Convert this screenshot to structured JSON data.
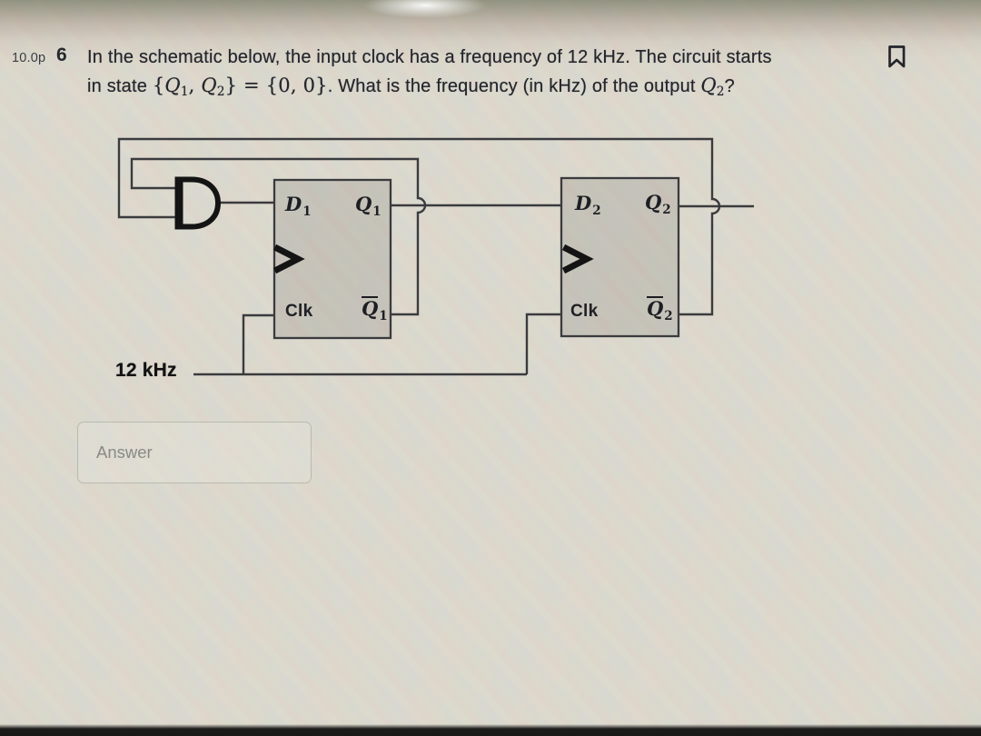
{
  "question": {
    "points": "10.0p",
    "number": "6",
    "line1": "In the schematic below, the input clock has a frequency of 12 kHz. The circuit starts",
    "line2_pre": "in state ",
    "line2_math": {
      "open": "{",
      "q1": "Q",
      "q1_sub": "1",
      "comma": ", ",
      "q2": "Q",
      "q2_sub": "2",
      "close_eq": "} = {0, 0}"
    },
    "line2_mid": ". What is the frequency (in kHz) of the output ",
    "line2_qout": "Q",
    "line2_qout_sub": "2",
    "line2_end": "?"
  },
  "icons": {
    "bookmark": "bookmark-outline"
  },
  "schematic": {
    "clock_label": "12 kHz",
    "gate": "and-gate",
    "ff1": {
      "d": "D",
      "d_sub": "1",
      "q": "Q",
      "q_sub": "1",
      "clk": "Clk",
      "qbar": "Q",
      "qbar_sub": "1"
    },
    "ff2": {
      "d": "D",
      "d_sub": "2",
      "q": "Q",
      "q_sub": "2",
      "clk": "Clk",
      "qbar": "Q",
      "qbar_sub": "2"
    }
  },
  "answer": {
    "placeholder": "Answer"
  },
  "colors": {
    "wire": "#3a3b3e",
    "bold_ink": "#141414",
    "ff_fill": "#c9c6c1",
    "text": "#24262d",
    "answer_border": "#b7bbb1",
    "answer_placeholder": "#878b85",
    "background": "#dbd8ce"
  }
}
